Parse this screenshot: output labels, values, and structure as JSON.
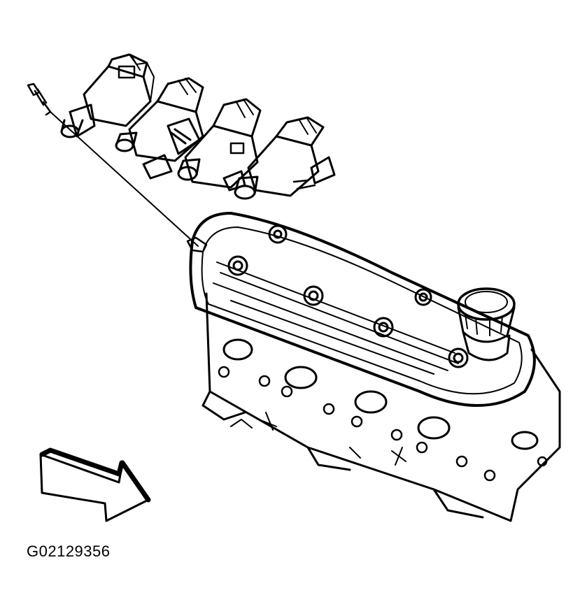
{
  "figure": {
    "id_label": "G02129356"
  },
  "colors": {
    "ink": "#000000",
    "paper": "#ffffff"
  },
  "components": [
    "ignition-coil-1",
    "ignition-coil-2",
    "ignition-coil-3",
    "ignition-coil-4",
    "coil-mounting-bolt",
    "valve-cover",
    "oil-filler-cap",
    "cylinder-head",
    "direction-arrow"
  ]
}
